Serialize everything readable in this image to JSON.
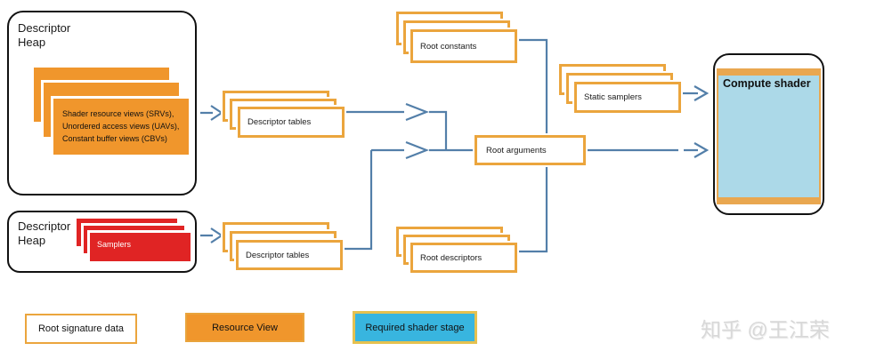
{
  "nodes": {
    "heap_resources": {
      "title": "Descriptor\nHeap",
      "stack_label": "Shader resource views (SRVs),\nUnordered access views (UAVs),\nConstant buffer views (CBVs)"
    },
    "heap_samplers": {
      "title": "Descriptor\nHeap",
      "stack_label": "Samplers"
    },
    "descriptor_tables_top": {
      "label": "Descriptor tables"
    },
    "descriptor_tables_bottom": {
      "label": "Descriptor tables"
    },
    "root_constants": {
      "label": "Root constants"
    },
    "root_descriptors": {
      "label": "Root descriptors"
    },
    "static_samplers": {
      "label": "Static samplers"
    },
    "root_arguments": {
      "label": "Root arguments"
    },
    "compute_shader": {
      "label": "Compute shader"
    }
  },
  "legend": {
    "items": [
      {
        "label": "Root signature data"
      },
      {
        "label": "Resource View"
      },
      {
        "label": "Required shader stage"
      }
    ]
  },
  "watermark": {
    "text": "知乎 @王江荣"
  },
  "colors": {
    "resource_orange": "#F0962C",
    "sampler_red": "#E02424",
    "signature_gold_border": "#EBA53D",
    "connector_blue": "#537FA9",
    "shader_stage_cyan": "#38B5DF",
    "compute_fill_light_blue": "#ACD9E8",
    "compute_bar_orange": "#E9A750"
  }
}
